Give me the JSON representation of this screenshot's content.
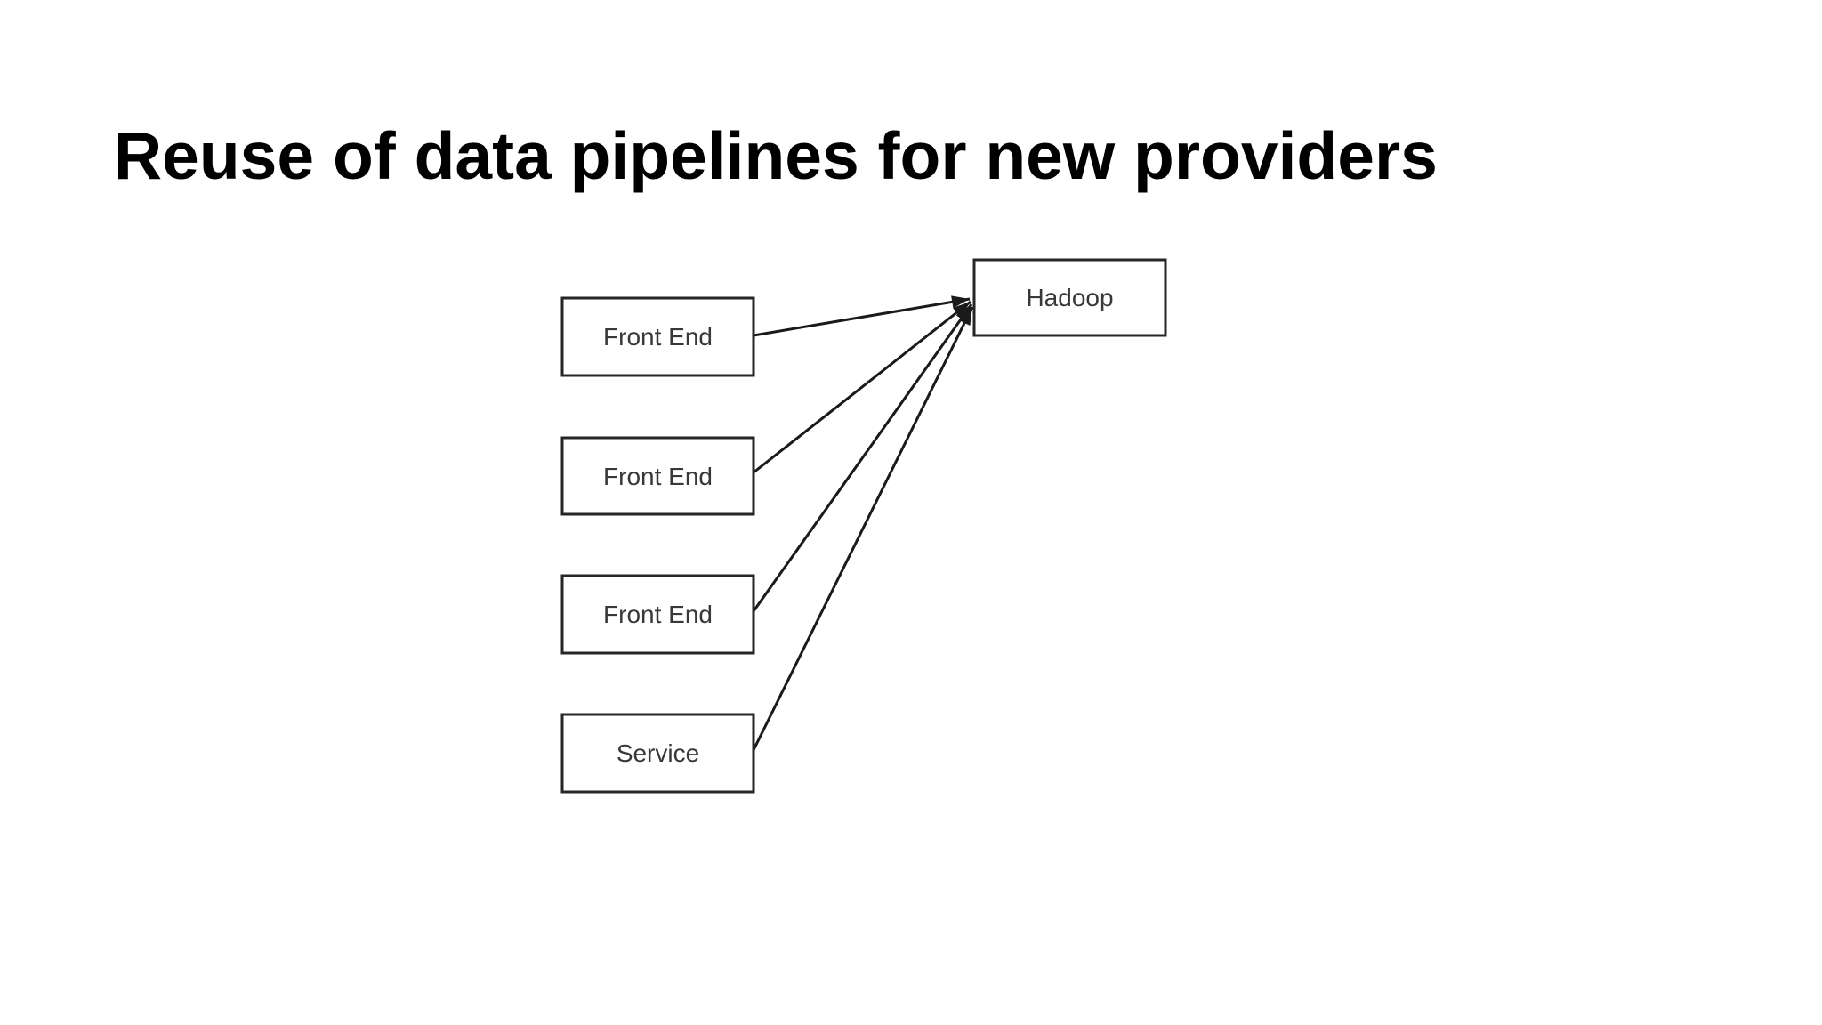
{
  "slide": {
    "title": "Reuse of data pipelines for new providers"
  },
  "diagram": {
    "nodes": [
      {
        "id": "front-end-1",
        "label": "Front End"
      },
      {
        "id": "front-end-2",
        "label": "Front End"
      },
      {
        "id": "front-end-3",
        "label": "Front End"
      },
      {
        "id": "service",
        "label": "Service"
      },
      {
        "id": "hadoop",
        "label": "Hadoop"
      }
    ],
    "edges": [
      {
        "from": "front-end-1",
        "to": "hadoop"
      },
      {
        "from": "front-end-2",
        "to": "hadoop"
      },
      {
        "from": "front-end-3",
        "to": "hadoop"
      },
      {
        "from": "service",
        "to": "hadoop"
      }
    ]
  },
  "theme": {
    "background": "#ffffff",
    "title-color": "#000000",
    "node-fill": "#ffffff",
    "node-stroke": "#262626",
    "label-color": "#383838",
    "edge-color": "#1a1a1a"
  }
}
